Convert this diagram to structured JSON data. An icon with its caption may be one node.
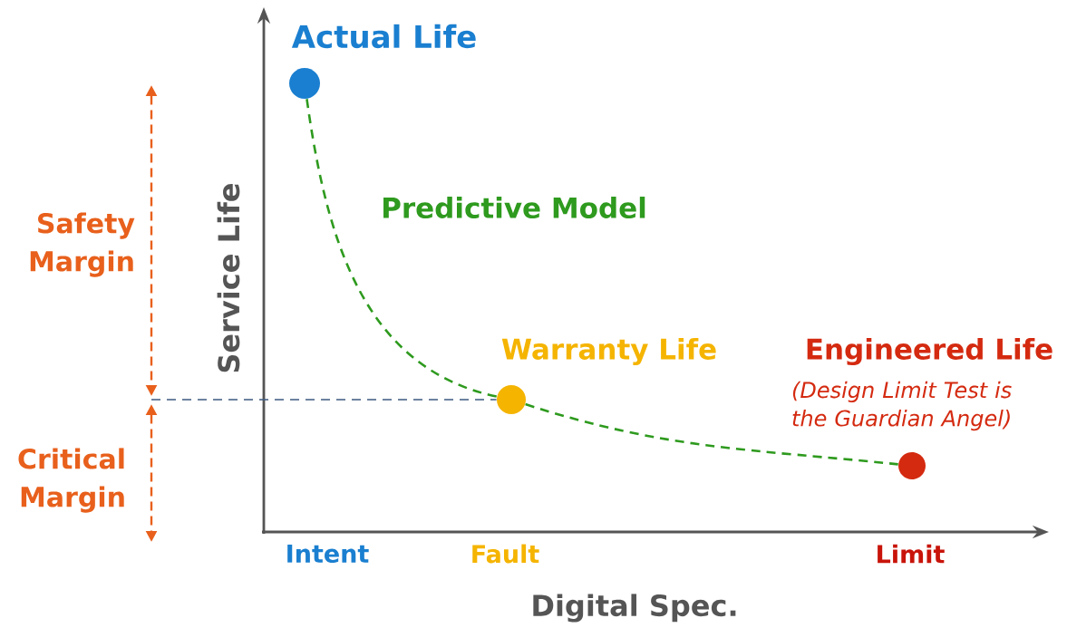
{
  "diagram": {
    "nodes": [
      {
        "text": [
          "Actual Life"
        ]
      },
      {
        "text": [
          "Warranty Life"
        ]
      },
      {
        "text": [
          "Engineered Life",
          "(Design Limit Test is the Guardian Angel)"
        ]
      }
    ],
    "edges": [
      {
        "from": 0,
        "to": 1,
        "arrow": "none",
        "style": "dashed",
        "label": "Predictive Model"
      },
      {
        "from": 1,
        "to": 2,
        "arrow": "none",
        "style": "dashed"
      },
      {
        "from": null,
        "to": 1,
        "arrow": "none",
        "style": "dashed",
        "color": "#3d5a80"
      }
    ],
    "labels": [
      "Safety Margin",
      "Critical Margin",
      "Service Life",
      "Intent",
      "Fault",
      "Limit",
      "Digital Spec."
    ]
  }
}
